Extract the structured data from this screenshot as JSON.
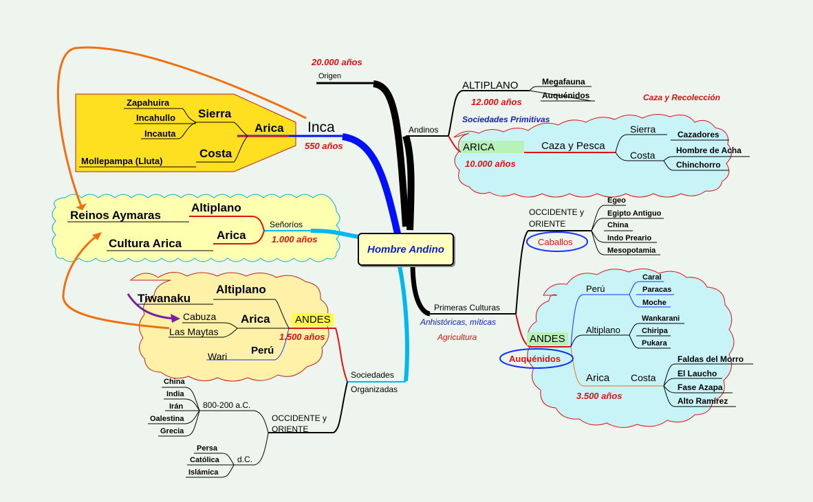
{
  "center": "Hombre Andino",
  "origen": {
    "label": "Origen",
    "years": "20.000 años"
  },
  "inca": {
    "label": "Inca",
    "years": "550 años",
    "arica": "Arica",
    "sierra": "Sierra",
    "sierra_items": [
      "Zapahuira",
      "Incahullo",
      "Incauta"
    ],
    "costa": "Costa",
    "costa_items": [
      "Mollepampa (Lluta)"
    ]
  },
  "senorios": {
    "label": "Señoríos",
    "years": "1.000 años",
    "altiplano": "Altiplano",
    "reinos": "Reinos Aymaras",
    "arica": "Arica",
    "cultura": "Cultura Arica"
  },
  "sociedades": {
    "label1": "Sociedades",
    "label2": "Organizadas",
    "andes": "ANDES",
    "years": "1.500 años",
    "altiplano": "Altiplano",
    "tiwanaku": "Tiwanaku",
    "arica": "Arica",
    "arica_items": [
      "Cabuza",
      "Las Maytas"
    ],
    "peru": "Perú",
    "peru_items": [
      "Wari"
    ],
    "occidente": "OCCIDENTE y\nORIENTE",
    "ac": "800-200 a.C.",
    "ac_items": [
      "China",
      "India",
      "Irán",
      "Oalestina",
      "Grecia"
    ],
    "dc": "d.C.",
    "dc_items": [
      "Persa",
      "Católica",
      "Islámica"
    ]
  },
  "andinos": {
    "label": "Andinos",
    "sociedades_primitivas": "Sociedades Primitivas",
    "caza": "Caza y Recolección",
    "altiplano": "ALTIPLANO",
    "altiplano_years": "12.000 años",
    "altiplano_items": [
      "Megafauna",
      "Auquénidos"
    ],
    "arica": "ARICA",
    "arica_years": "10.000 años",
    "caza_pesca": "Caza y Pesca",
    "sierra": "Sierra",
    "sierra_items": [
      "Cazadores"
    ],
    "costa": "Costa",
    "costa_items": [
      "Hombre de Acha",
      "Chinchorro"
    ]
  },
  "primeras": {
    "label": "Primeras Culturas",
    "sub": "Anhistóricas, míticas",
    "agri": "Agricultura",
    "occidente1": "OCCIDENTE y",
    "occidente2": "ORIENTE",
    "caballos": "Caballos",
    "occ_items": [
      "Egeo",
      "Egipto Antiguo",
      "China",
      "Indo Preario",
      "Mesopotamia"
    ],
    "andes": "ANDES",
    "auquenidos": "Auquénidos",
    "peru": "Perú",
    "peru_items": [
      "Caral",
      "Paracas",
      "Moche"
    ],
    "altiplano": "Altiplano",
    "alt_items": [
      "Wankarani",
      "Chiripa",
      "Pukara"
    ],
    "arica": "Arica",
    "arica_years": "3.500 años",
    "costa": "Costa",
    "costa_items": [
      "Faldas del Morro",
      "El Laucho",
      "Fase Azapa",
      "Alto Ramírez"
    ]
  }
}
